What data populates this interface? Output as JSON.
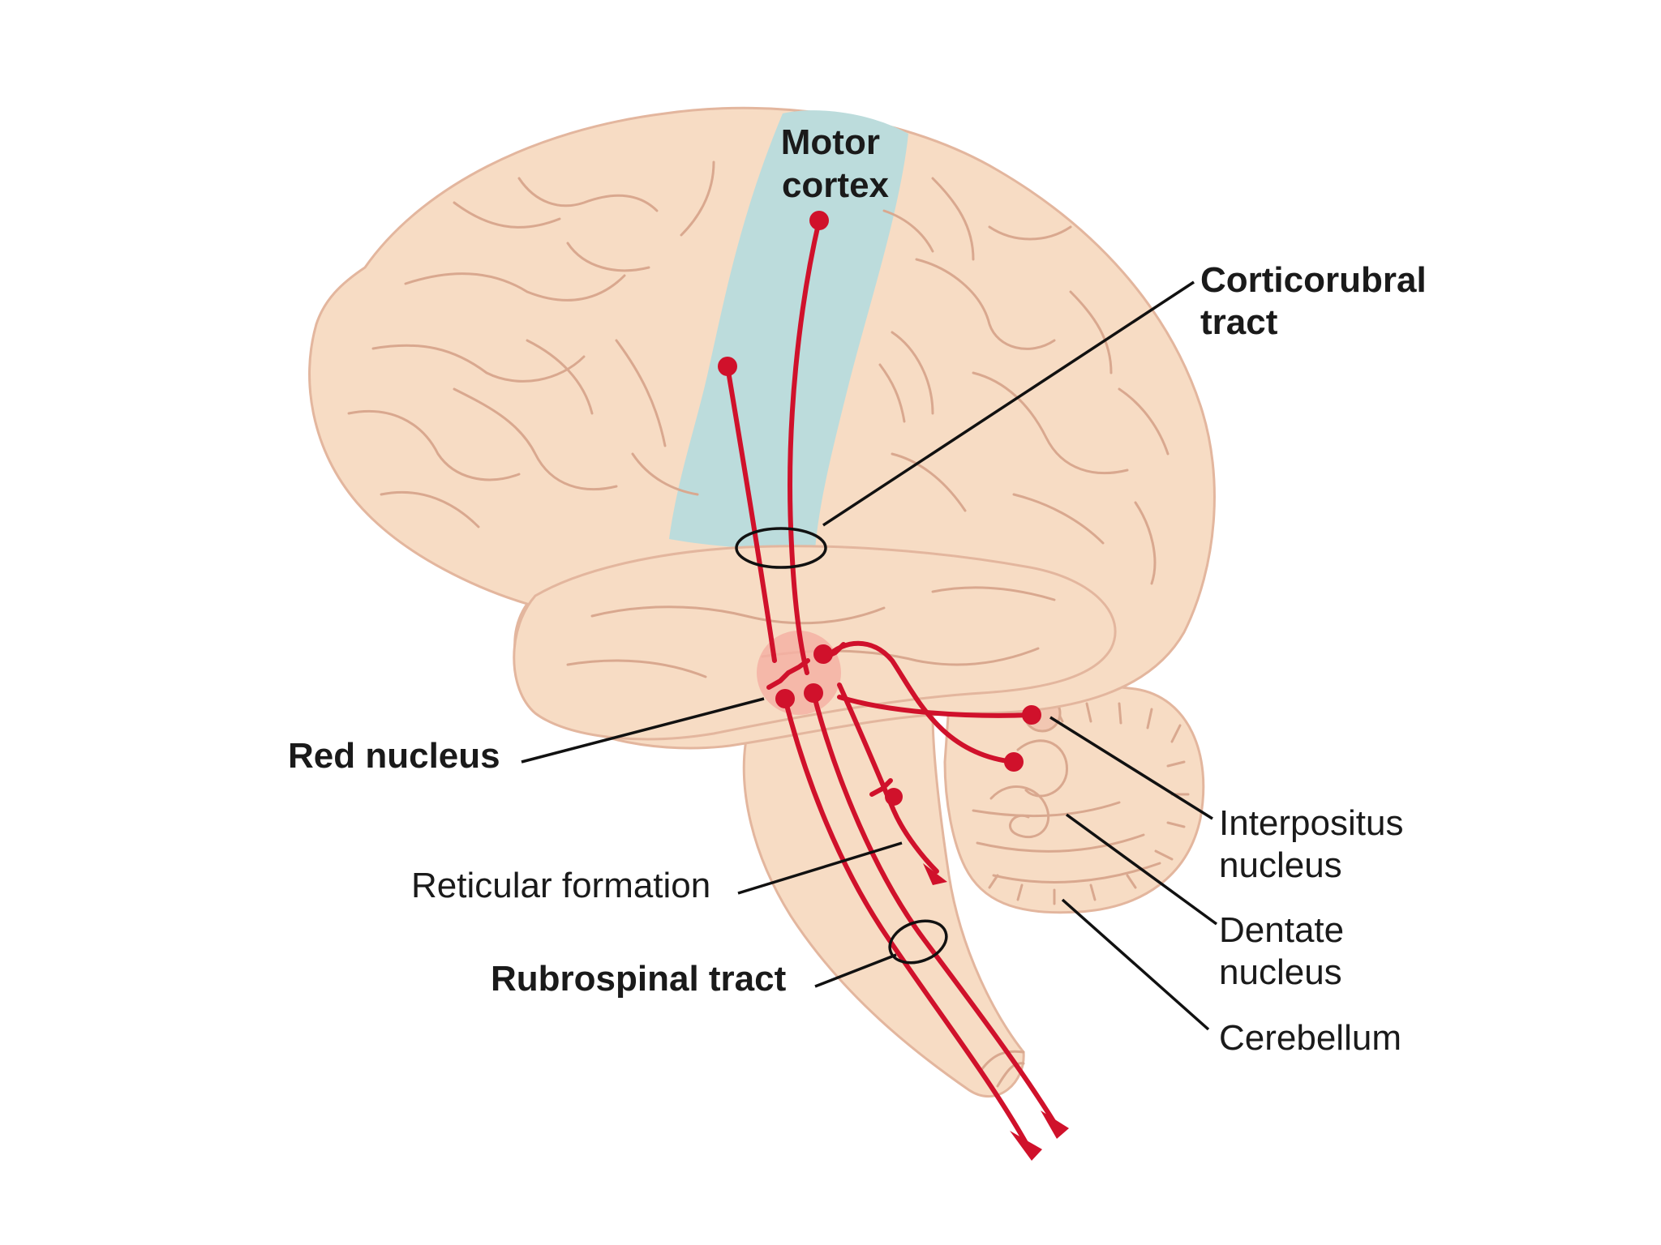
{
  "labels": {
    "motor_cortex": [
      "Motor",
      "cortex"
    ],
    "corticorubral_tract": [
      "Corticorubral",
      "tract"
    ],
    "red_nucleus": "Red nucleus",
    "reticular_formation": "Reticular formation",
    "rubrospinal_tract": "Rubrospinal tract",
    "interpositus_nucleus": [
      "Interpositus",
      "nucleus"
    ],
    "dentate_nucleus": [
      "Dentate",
      "nucleus"
    ],
    "cerebellum": "Cerebellum"
  },
  "colors": {
    "brain": "#f7dcc4",
    "brain_outline": "#e3b69e",
    "motor_cortex": "#bcdcdc",
    "red_nucleus_glow": "#f4b1a5",
    "fiber": "#d0112b"
  }
}
